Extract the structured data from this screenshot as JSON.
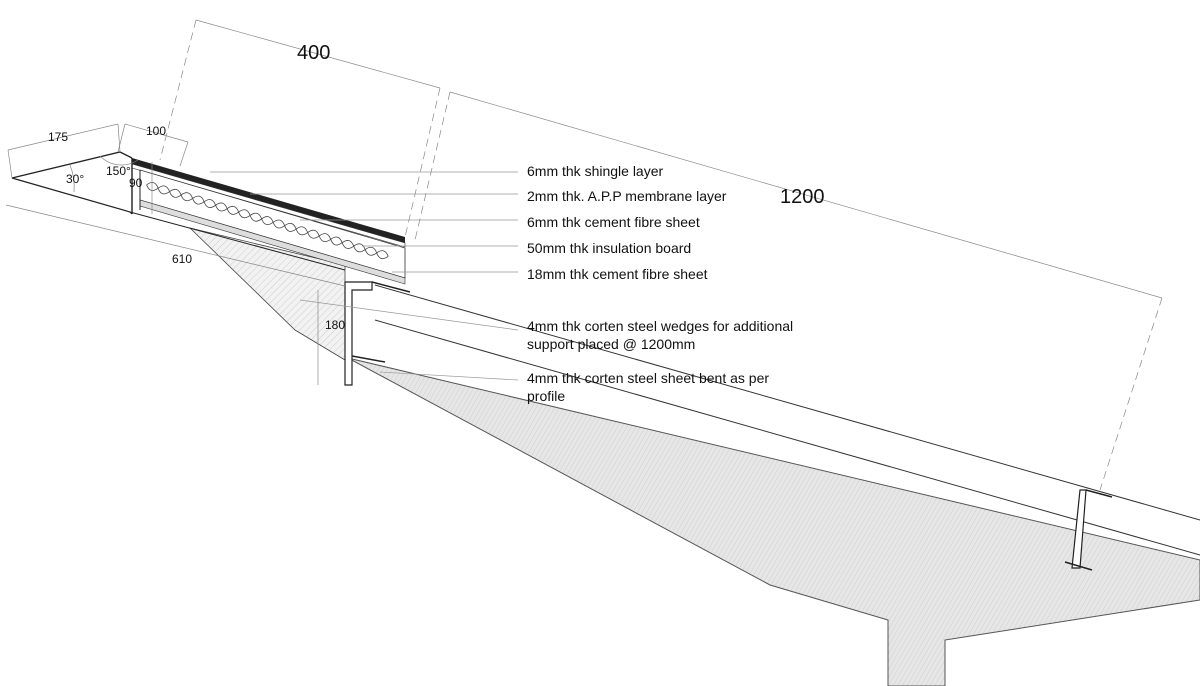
{
  "callouts": {
    "shingle": "6mm thk shingle layer",
    "membrane": "2mm thk. A.P.P membrane layer",
    "cement_6": "6mm thk cement fibre sheet",
    "insulation": "50mm thk insulation board",
    "cement_18": "18mm thk cement fibre sheet",
    "wedges_line1": "4mm thk corten steel wedges for additional",
    "wedges_line2": "support placed @ 1200mm",
    "sheet_line1": "4mm thk corten steel sheet bent as per",
    "sheet_line2": "profile"
  },
  "dimensions": {
    "d400": "400",
    "d1200": "1200",
    "d175": "175",
    "d100": "100",
    "d90": "90",
    "d610": "610",
    "d180": "180",
    "a30": "30°",
    "a150": "150°"
  }
}
